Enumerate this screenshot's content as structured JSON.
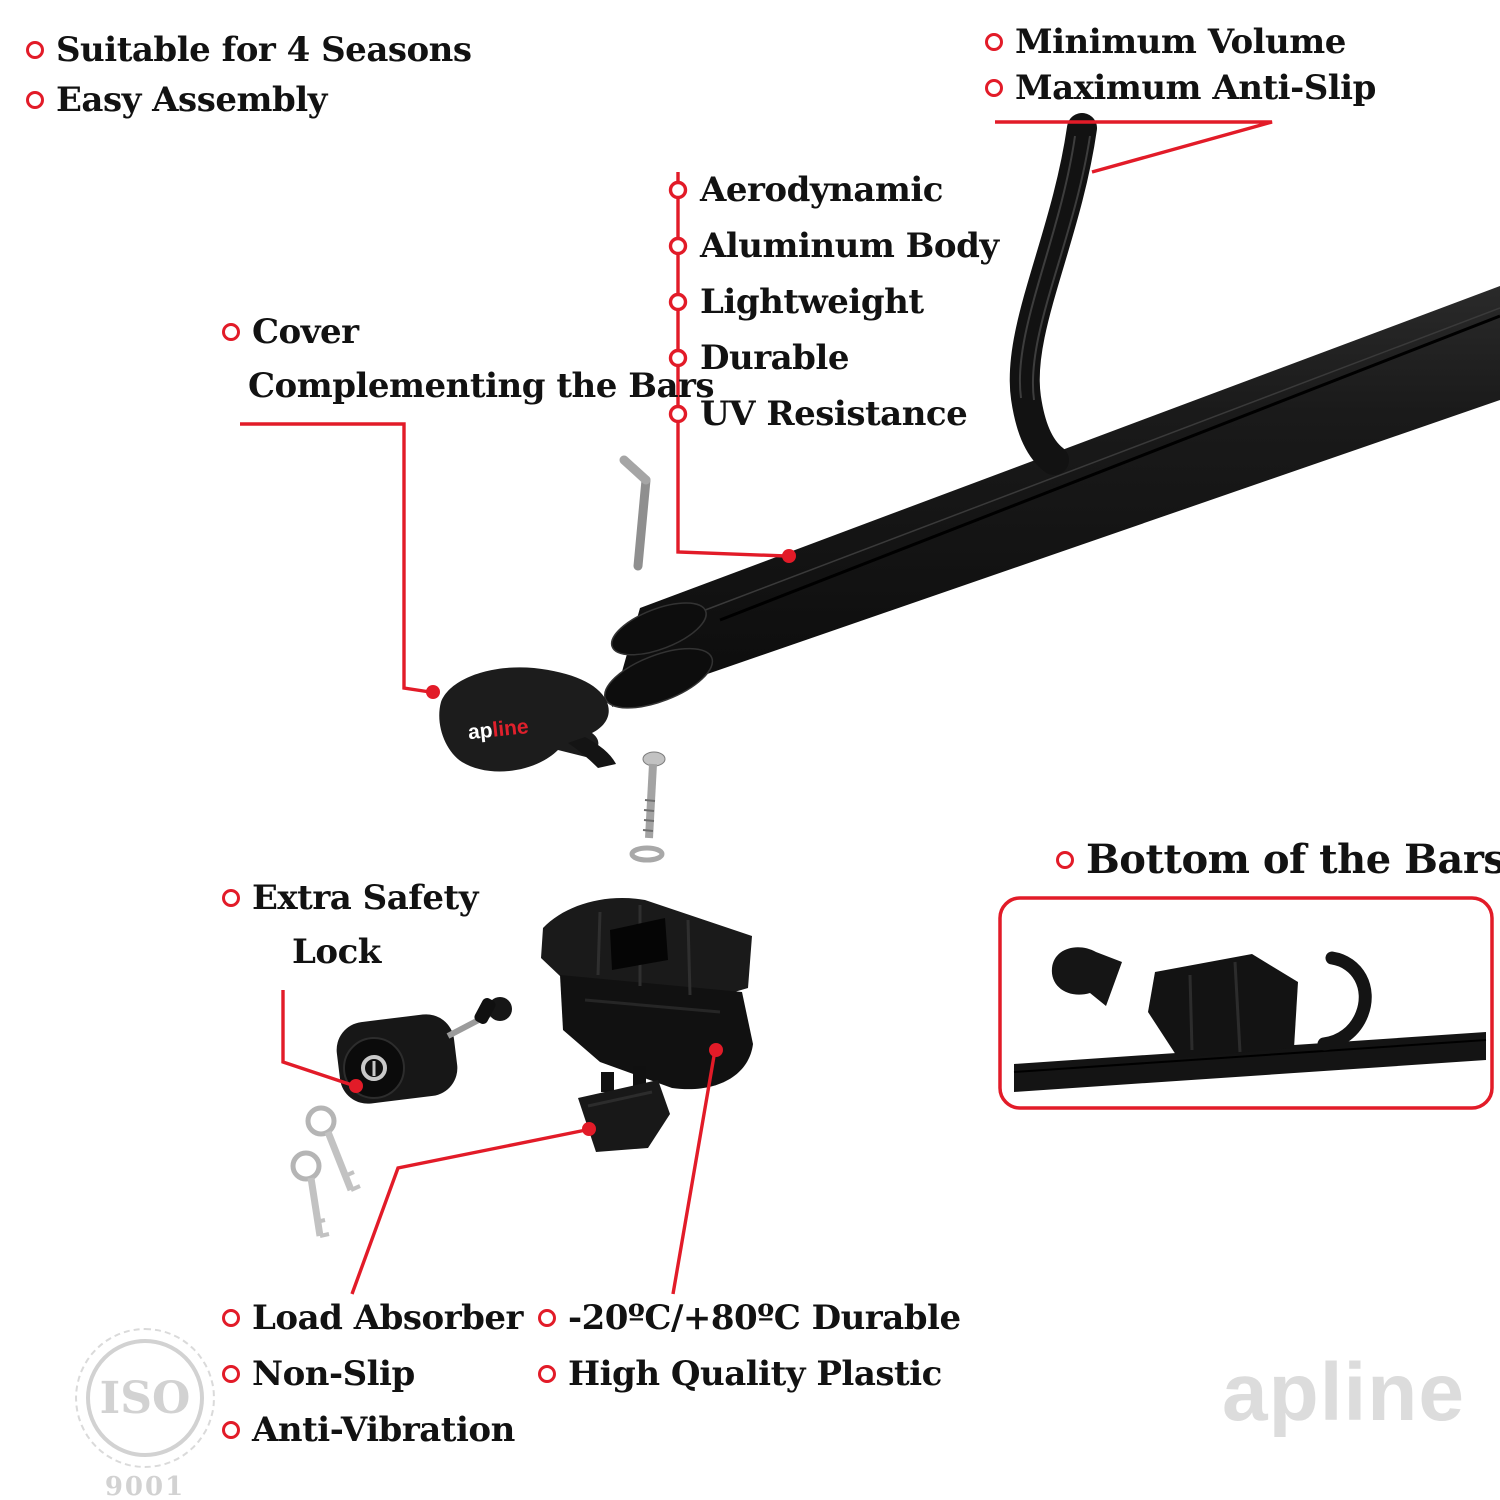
{
  "colors": {
    "red": "#e21b28",
    "ink": "#121212",
    "watermark_gray": "#dcdcdc"
  },
  "top_left": {
    "items": [
      "Suitable for 4 Seasons",
      "Easy Assembly"
    ]
  },
  "top_right": {
    "items": [
      "Minimum Volume",
      "Maximum Anti-Slip"
    ]
  },
  "features": {
    "items": [
      "Aerodynamic",
      "Aluminum Body",
      "Lightweight",
      "Durable",
      "UV Resistance"
    ]
  },
  "cover": {
    "line1": "Cover",
    "line2": "Complementing the Bars"
  },
  "safety": {
    "line1": "Extra Safety",
    "line2": "Lock"
  },
  "bottom_bars": {
    "label": "Bottom of the Bars"
  },
  "bottom_left": {
    "items": [
      "Load Absorber",
      "Non-Slip",
      "Anti-Vibration"
    ]
  },
  "bottom_mid": {
    "items": [
      "-20ºC/+80ºC Durable",
      "High Quality Plastic"
    ]
  },
  "brand": {
    "cover_white": "ap",
    "cover_red": "line",
    "watermark": "apline"
  },
  "iso": {
    "title": "ISO",
    "number": "9001"
  }
}
